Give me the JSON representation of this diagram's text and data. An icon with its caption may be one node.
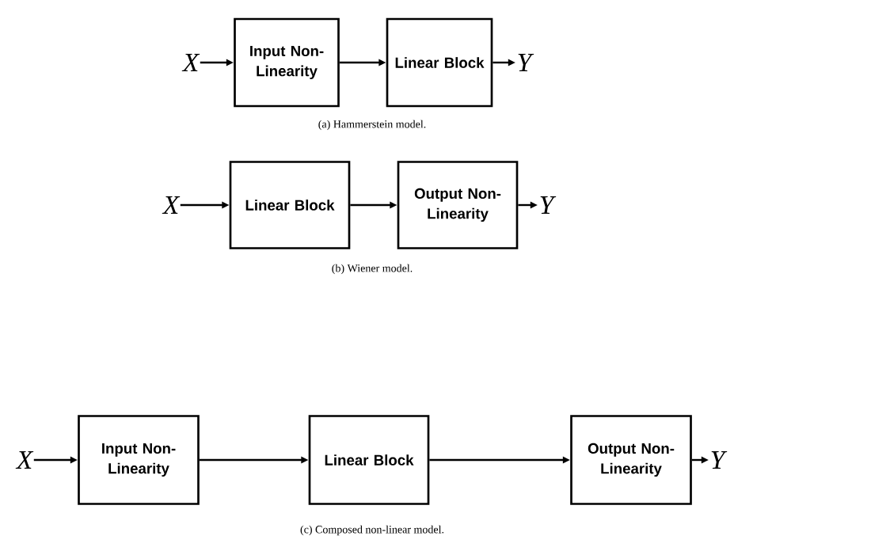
{
  "diagram": {
    "nodes": [
      {
        "text": [
          "X"
        ]
      },
      {
        "text": [
          "Input Non-Linearity"
        ]
      },
      {
        "text": [
          "Linear Block"
        ]
      },
      {
        "text": [
          "Y"
        ]
      },
      {
        "text": [
          "X"
        ]
      },
      {
        "text": [
          "Linear Block"
        ]
      },
      {
        "text": [
          "Output Non-Linearity"
        ]
      },
      {
        "text": [
          "Y"
        ]
      },
      {
        "text": [
          "X"
        ]
      },
      {
        "text": [
          "Input Non-Linearity"
        ]
      },
      {
        "text": [
          "Linear Block"
        ]
      },
      {
        "text": [
          "Output Non-Linearity"
        ]
      },
      {
        "text": [
          "Y"
        ]
      }
    ],
    "edges": [
      {
        "from": 0,
        "to": 1,
        "arrow": "to"
      },
      {
        "from": 1,
        "to": 2,
        "arrow": "to"
      },
      {
        "from": 2,
        "to": 3,
        "arrow": "to"
      },
      {
        "from": 4,
        "to": 5,
        "arrow": "to"
      },
      {
        "from": 5,
        "to": 6,
        "arrow": "to"
      },
      {
        "from": 6,
        "to": 7,
        "arrow": "to"
      },
      {
        "from": 8,
        "to": 9,
        "arrow": "to"
      },
      {
        "from": 9,
        "to": 10,
        "arrow": "to"
      },
      {
        "from": 10,
        "to": 11,
        "arrow": "to"
      },
      {
        "from": 11,
        "to": 12,
        "arrow": "to"
      }
    ],
    "labels": [
      "(a) Hammerstein model.",
      "(b) Wiener model.",
      "(c) Composed non-linear model."
    ]
  }
}
